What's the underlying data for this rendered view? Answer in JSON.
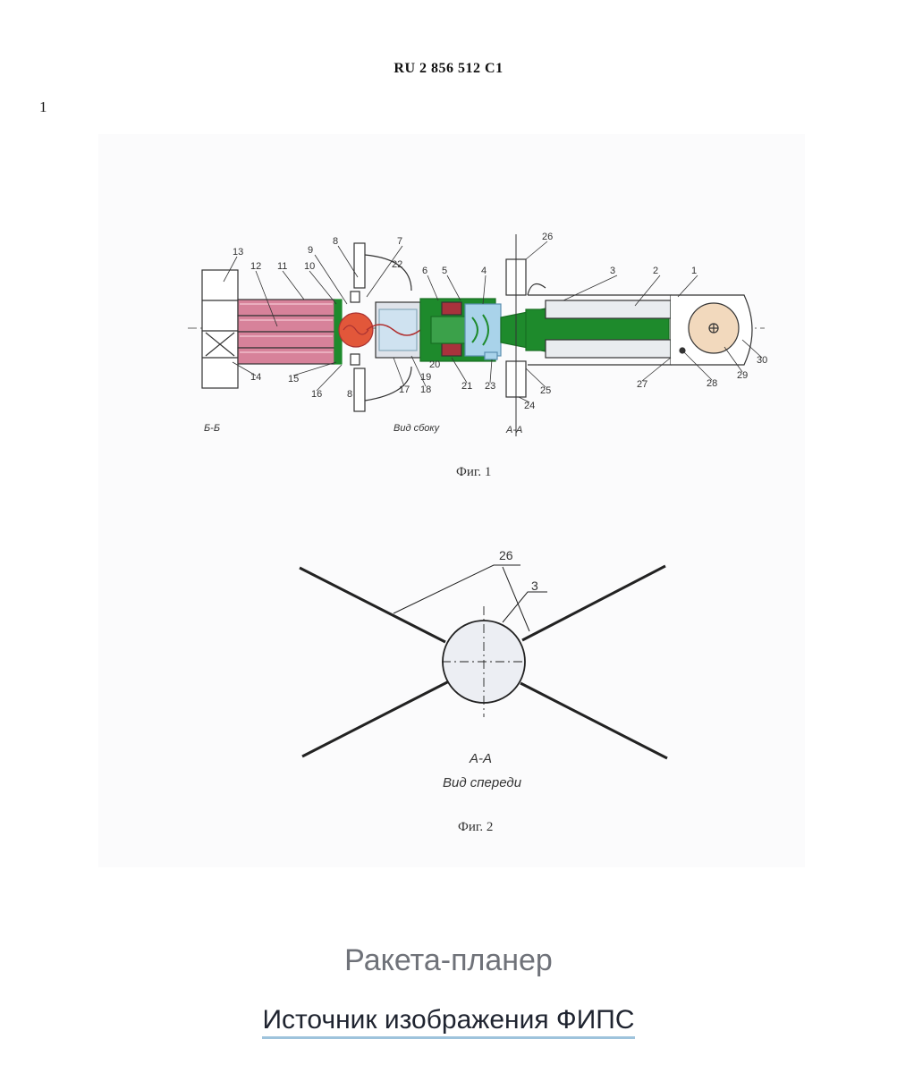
{
  "header": {
    "patent_number": "RU   2 856 512  C1"
  },
  "page": {
    "number": "1"
  },
  "figure1": {
    "caption": "Фиг. 1",
    "section_bb": "Б-Б",
    "side_view": "Вид сбоку",
    "section_aa": "А-А",
    "labels": [
      "1",
      "2",
      "3",
      "4",
      "5",
      "6",
      "7",
      "8",
      "8",
      "9",
      "10",
      "11",
      "12",
      "13",
      "14",
      "15",
      "16",
      "17",
      "18",
      "19",
      "20",
      "21",
      "22",
      "23",
      "24",
      "25",
      "26",
      "27",
      "28",
      "29",
      "30"
    ]
  },
  "figure2": {
    "caption": "Фиг. 2",
    "section": "А-А",
    "view": "Вид спереди",
    "labels": [
      "26",
      "3"
    ]
  },
  "caption": {
    "title": "Ракета-планер"
  },
  "source": {
    "link_text": "Источник изображения ФИПС"
  },
  "colors": {
    "green": "#1e8a2c",
    "pink": "#d7829a",
    "red": "#e2573a",
    "blue": "#a9d3ea",
    "tan": "#f2d9bd",
    "dark_red": "#a8323c",
    "link_underline": "#9ec3dc"
  }
}
